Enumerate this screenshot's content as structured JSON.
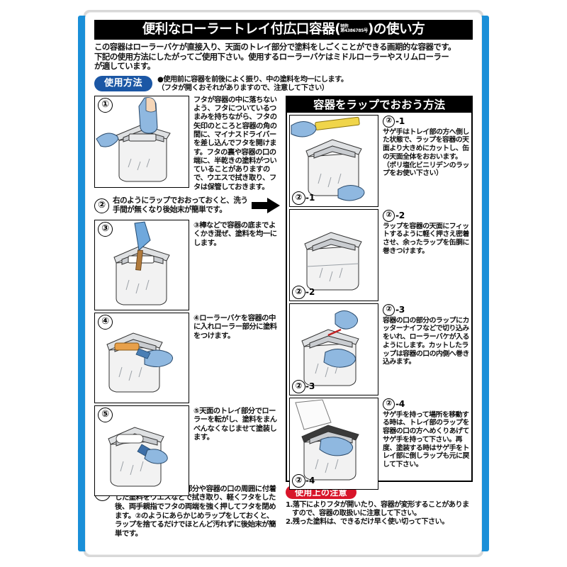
{
  "colors": {
    "rail_blue": "#1a8fd8",
    "badge_blue": "#1b57a5",
    "caution_red": "#d8152a",
    "header_black": "#000000",
    "page_white": "#ffffff"
  },
  "title": {
    "main_before": "便利なローラートレイ付広口容器",
    "paren_open": "(",
    "patent_label": "特許",
    "patent_number": "第4386785号",
    "paren_close": ")",
    "main_after": "の使い方"
  },
  "intro": {
    "line1": "この容器はローラーバケが直接入り、天面のトレイ部分で塗料をしごくことができる画期的な容器です。",
    "line2": "下記の使用方法にしたがってご使用下さい。使用するローラーバケはミドルローラーやスリムローラー",
    "line3": "が適しています。"
  },
  "usage": {
    "badge": "使用方法",
    "note1": "●使用前に容器を前後によく振り、中の塗料を均一にします。",
    "note2": "（フタが開くおそれがありますので、注意して下さい）"
  },
  "steps": [
    {
      "num": "①",
      "text": "フタが容器の中に落ちないよう、フタについているつまみを持ちながら、フタの矢印のところと容器の角の間に、マイナスドライバーを差し込んでフタを開けます。フタの裏や容器の口の端に、半乾きの塗料がついていることがありますので、ウエスで拭き取り、フタは保管しておきます。"
    },
    {
      "num": "②",
      "text": "右のようにラップでおおっておくと、洗う手間が無くなり後始末が簡単です。",
      "has_arrow": true
    },
    {
      "num": "③",
      "text": "③棒などで容器の底までよくかき混ぜ、塗料を均一にします。"
    },
    {
      "num": "④",
      "text": "④ローラーバケを容器の中に入れローラー部分に塗料をつけます。"
    },
    {
      "num": "⑤",
      "text": "⑤天面のトレイ部分でローラーを転がし、塗料をまんべんなくなじませて塗装します。"
    },
    {
      "num": "⑥",
      "text": "塗装終了後は、トレイ部分や容器の口の周囲に付着した塗料をウエスなどで拭き取り、軽くフタをした後、両手親指でフタの両端を強く押してフタを閉めます。②のようにあらかじめラップをしておくと、ラップを捨てるだけでほとんど汚れずに後始末が簡単です。"
    }
  ],
  "wrap_section": {
    "header": "容器をラップでおおう方法",
    "items": [
      {
        "tag_circle": "②",
        "tag_suffix": "-1",
        "text": "サゲ手はトレイ部の方へ倒した状態で、ラップを容器の天面より大きめにカットし、缶の天面全体をおおいます。（ポリ塩化ビニリデンのラップをお使い下さい）"
      },
      {
        "tag_circle": "②",
        "tag_suffix": "-2",
        "text": "ラップを容器の天面にフィットするように軽く押さえ密着させ、余ったラップを缶胴に巻きつけます。"
      },
      {
        "tag_circle": "②",
        "tag_suffix": "-3",
        "text": "容器の口の部分のラップにカッターナイフなどで切り込みをいれ、ローラーバケが入るようにします。カットしたラップは容器の口の内側へ巻き込みます。"
      },
      {
        "tag_circle": "②",
        "tag_suffix": "-4",
        "text": "サゲ手を持って場所を移動する時は、トレイ部のラップを容器の口の方へめくりあげてサゲ手を持って下さい。再度、塗装する時はサゲ手をトレイ部に倒しラップも元に戻して下さい。"
      }
    ]
  },
  "caution": {
    "badge": "使用上の注意",
    "item1_line1": "1.落下によりフタが開いたり、容器が変形することがありま",
    "item1_line2": "すので、容器の取扱いに注意して下さい。",
    "item2": "2.残った塗料は、できるだけ早く使い切って下さい。"
  }
}
